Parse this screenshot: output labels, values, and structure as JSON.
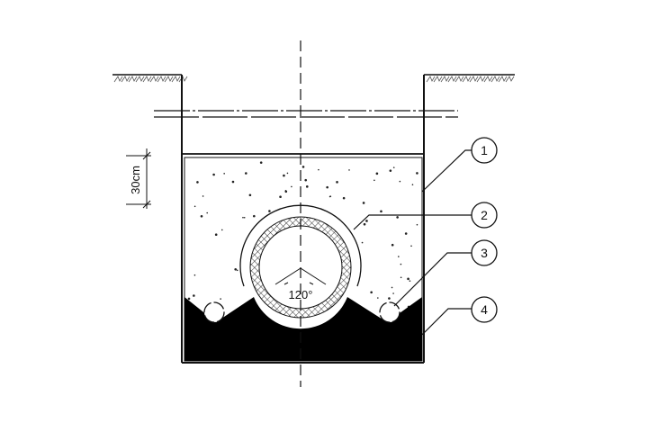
{
  "dimension": {
    "label": "30cm"
  },
  "angle": {
    "label": "120°"
  },
  "callouts": [
    {
      "label": "1"
    },
    {
      "label": "2"
    },
    {
      "label": "3"
    },
    {
      "label": "4"
    }
  ],
  "colors": {
    "line": "#111111",
    "fill": "#000000",
    "background": "#ffffff"
  }
}
